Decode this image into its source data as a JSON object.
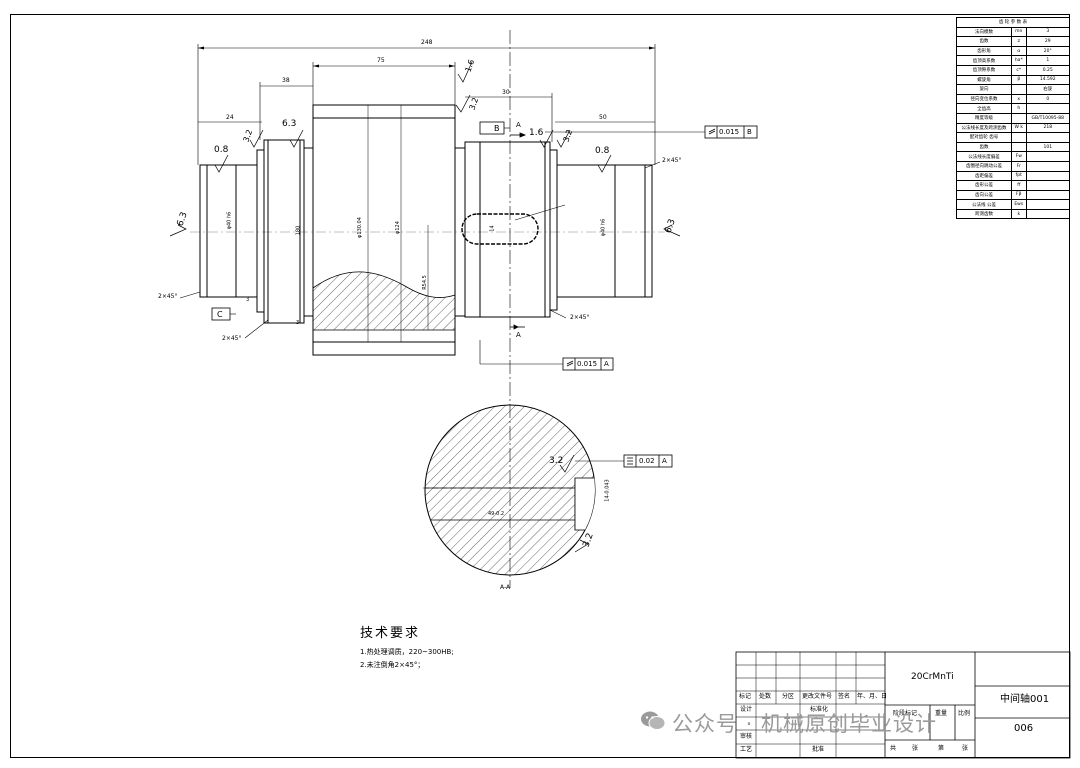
{
  "drawing": {
    "dim_total": "248",
    "dim_left_step": "24",
    "dim_flange": "38",
    "dim_body": "75",
    "dim_key_pos": "30",
    "dim_right": "50",
    "rough_16": "1.6",
    "rough_08a": "0.8",
    "rough_32a": "3.2",
    "rough_63a": "6.3",
    "rough_63_left": "6.3",
    "rough_32b": "3.2",
    "rough_16b": "1.6",
    "rough_32c": "3.2",
    "rough_08b": "0.8",
    "rough_63_right": "6.3",
    "rough_32_sec1": "3.2",
    "rough_32_sec2": "3.2",
    "datum_b": "B",
    "datum_c": "C",
    "section_mark": "A",
    "section_mark_bottom": "A",
    "chamfer_1": "2×45°",
    "chamfer_2": "2×45°",
    "chamfer_3": "2×45°",
    "chamfer_4": "2×45°",
    "tol_runout_1": "0.015",
    "tol_runout_1_ref": "B",
    "tol_runout_2": "0.015",
    "tol_runout_2_ref": "A",
    "tol_sym": "0.02",
    "tol_sym_ref": "A",
    "section_label": "A-A",
    "dia_left": "φ40 h6",
    "dia_flange": "180",
    "dia_gear": "φ130.04",
    "dia_root": "φ124",
    "dia_inner": "R54.5",
    "key_width": "14",
    "dia_right": "φ40 h6",
    "dim_small_1": "3",
    "dim_small_2": "3",
    "sec_dim_1": "49-0.2",
    "sec_dim_2": "14-0.043"
  },
  "params": {
    "rows": [
      [
        "齿 轮 参 数 表",
        "",
        ""
      ],
      [
        "法向模数",
        "mn",
        "3"
      ],
      [
        "齿数",
        "z",
        "29"
      ],
      [
        "齿形角",
        "α",
        "20°"
      ],
      [
        "齿顶高系数",
        "ha*",
        "1"
      ],
      [
        "齿顶隙系数",
        "c*",
        "0.25"
      ],
      [
        "螺旋角",
        "β",
        "14.592"
      ],
      [
        "旋向",
        "",
        "右旋"
      ],
      [
        "径向变位系数",
        "x",
        "0"
      ],
      [
        "全齿高",
        "h",
        ""
      ],
      [
        "精度等级",
        "",
        "GB/T10095-88"
      ],
      [
        "公法线长度及跨测齿数",
        "W k",
        "218"
      ],
      [
        "配对齿轮 齿号",
        "",
        ""
      ],
      [
        "齿数",
        "",
        "101"
      ],
      [
        "公法线长度偏差",
        "Fw",
        ""
      ],
      [
        "齿圈径向跳动公差",
        "Fr",
        ""
      ],
      [
        "齿距偏差",
        "fpt",
        ""
      ],
      [
        "齿形公差",
        "ff",
        ""
      ],
      [
        "齿向公差",
        "Fβ",
        ""
      ],
      [
        "公法线 公差",
        "Ews",
        ""
      ],
      [
        "跨测齿数",
        "k",
        ""
      ]
    ]
  },
  "tech": {
    "heading": "技术要求",
    "line1": "1.热处理调质，220~300HB;",
    "line2": "2.未注倒角2×45°；"
  },
  "titleblock": {
    "material": "20CrMnTi",
    "part_name": "中间轴001",
    "drawing_no": "006",
    "h_mark": "标记",
    "h_count": "处数",
    "h_zone": "分区",
    "h_docno": "更改文件号",
    "h_sign": "签名",
    "h_date": "年、月、日",
    "r_design": "设计",
    "r_std": "标准化",
    "r_stage": "阶段标记",
    "r_weight": "重量",
    "r_scale": "比例",
    "r_check": "审核",
    "r_process": "工艺",
    "r_approve": "批准",
    "r_total": "共",
    "r_sheet": "张",
    "r_page": "第",
    "r_page2": "张"
  },
  "watermark": {
    "text": "公众号 · 机械原创毕业设计"
  }
}
